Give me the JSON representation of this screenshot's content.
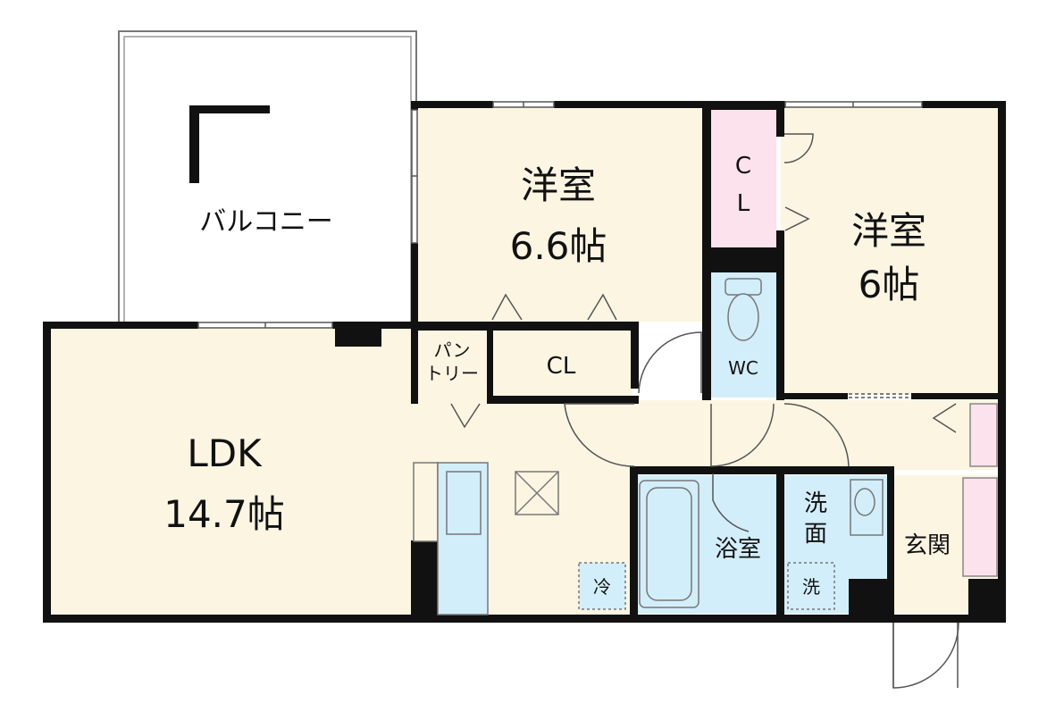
{
  "colors": {
    "cream": "#FCF5E2",
    "pink": "#FBE2EC",
    "blue": "#D2EEFA",
    "wall": "#111111"
  },
  "rooms": {
    "balcony": {
      "label": "バルコニー"
    },
    "western1": {
      "line1": "洋室",
      "line2": "6.6帖"
    },
    "western2": {
      "line1": "洋室",
      "line2": "6帖"
    },
    "closet_large": {
      "label": "CL"
    },
    "closet_small": {
      "line1": "C",
      "line2": "L"
    },
    "pantry": {
      "line1": "パン",
      "line2": "トリー"
    },
    "wc": {
      "label": "WC"
    },
    "ldk": {
      "line1": "LDK",
      "line2": "14.7帖"
    },
    "bathroom": {
      "label": "浴室"
    },
    "washroom": {
      "line1": "洗",
      "line2": "面"
    },
    "entrance": {
      "label": "玄関"
    }
  },
  "fixtures": {
    "fridge": {
      "label": "冷"
    },
    "washer": {
      "label": "洗"
    }
  }
}
